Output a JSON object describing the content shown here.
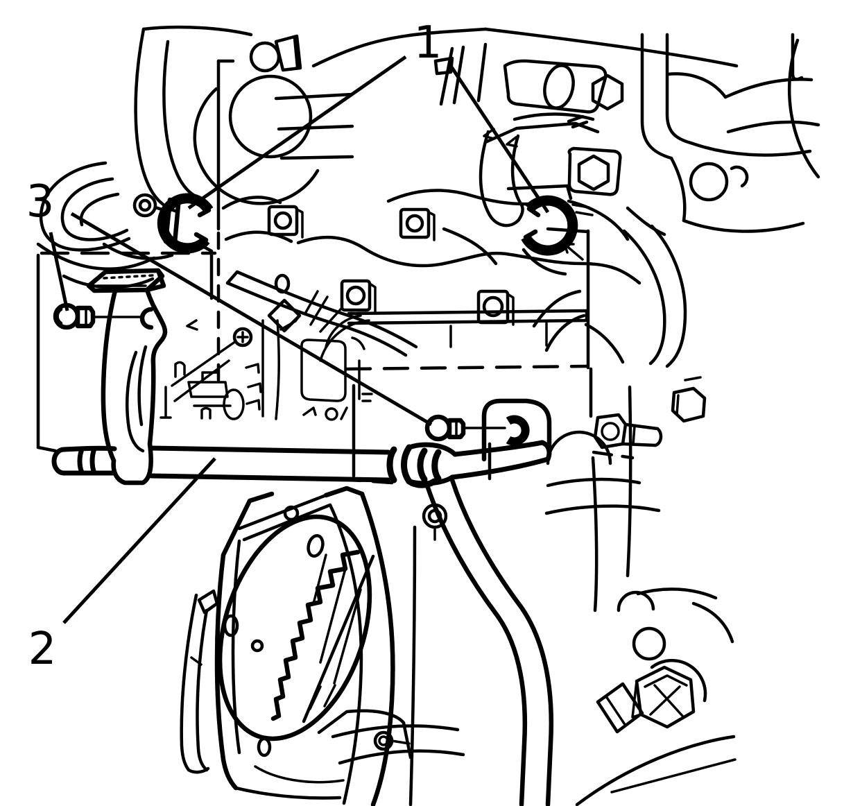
{
  "figure": {
    "kind": "service-manual line illustration",
    "subject_hint": "engine side view with numbered callouts",
    "background_color": "#ffffff",
    "line_color": "#000000"
  },
  "callouts": [
    {
      "label": "1"
    },
    {
      "label": "2"
    },
    {
      "label": "3"
    }
  ]
}
